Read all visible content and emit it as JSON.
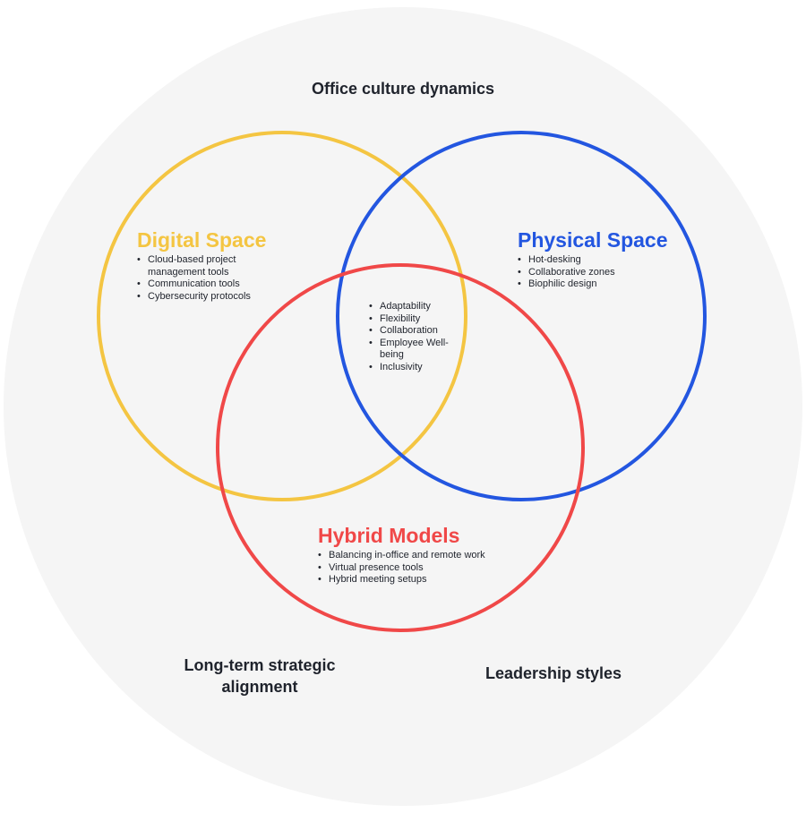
{
  "colors": {
    "background": "#f5f5f5",
    "digital": "#f4c542",
    "physical": "#2356e0",
    "hybrid": "#f04848",
    "text": "#1f232c"
  },
  "context": {
    "top": "Office culture dynamics",
    "bottom_left": "Long-term strategic alignment",
    "bottom_right": "Leadership styles"
  },
  "sets": {
    "digital": {
      "title": "Digital Space",
      "items": [
        "Cloud-based project management tools",
        "Communication tools",
        "Cybersecurity protocols"
      ]
    },
    "physical": {
      "title": "Physical Space",
      "items": [
        "Hot-desking",
        "Collaborative zones",
        "Biophilic design"
      ]
    },
    "hybrid": {
      "title": "Hybrid Models",
      "items": [
        "Balancing in-office and remote work",
        "Virtual presence tools",
        "Hybrid meeting setups"
      ]
    }
  },
  "intersection": {
    "items": [
      "Adaptability",
      "Flexibility",
      "Collaboration",
      "Employee Well-being",
      "Inclusivity"
    ]
  }
}
